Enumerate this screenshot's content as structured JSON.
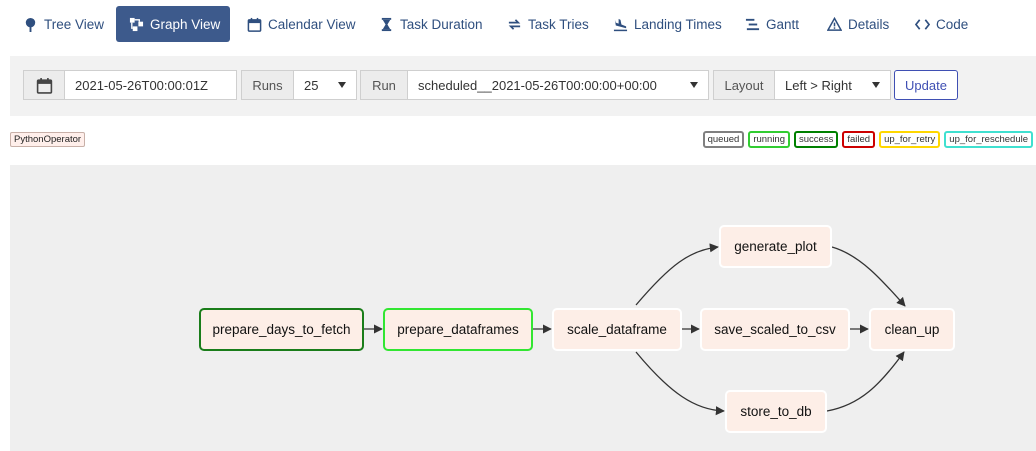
{
  "nav": {
    "tabs": [
      {
        "label": "Tree View",
        "icon": "tree-icon"
      },
      {
        "label": "Graph View",
        "icon": "graph-icon",
        "active": true
      },
      {
        "label": "Calendar View",
        "icon": "calendar-icon"
      },
      {
        "label": "Task Duration",
        "icon": "hourglass-icon"
      },
      {
        "label": "Task Tries",
        "icon": "retry-icon"
      },
      {
        "label": "Landing Times",
        "icon": "plane-landing-icon"
      },
      {
        "label": "Gantt",
        "icon": "gantt-icon"
      },
      {
        "label": "Details",
        "icon": "warning-triangle-icon"
      },
      {
        "label": "Code",
        "icon": "code-icon"
      }
    ]
  },
  "controls": {
    "date_value": "2021-05-26T00:00:01Z",
    "runs_label": "Runs",
    "runs_value": "25",
    "run_label": "Run",
    "run_value": "scheduled__2021-05-26T00:00:00+00:00",
    "layout_label": "Layout",
    "layout_value": "Left > Right",
    "update_label": "Update"
  },
  "legend": {
    "operator": "PythonOperator",
    "states": [
      {
        "label": "queued",
        "color": "#808080"
      },
      {
        "label": "running",
        "color": "#32cd32"
      },
      {
        "label": "success",
        "color": "#008000"
      },
      {
        "label": "failed",
        "color": "#cc0000"
      },
      {
        "label": "up_for_retry",
        "color": "#ffd700"
      },
      {
        "label": "up_for_reschedule",
        "color": "#40e0d0"
      }
    ]
  },
  "graph": {
    "nodes": [
      {
        "id": "prepare_days_to_fetch",
        "label": "prepare_days_to_fetch",
        "state": "success",
        "border": "#1a7d1a"
      },
      {
        "id": "prepare_dataframes",
        "label": "prepare_dataframes",
        "state": "running",
        "border": "#32e632"
      },
      {
        "id": "scale_dataframe",
        "label": "scale_dataframe"
      },
      {
        "id": "generate_plot",
        "label": "generate_plot"
      },
      {
        "id": "save_scaled_to_csv",
        "label": "save_scaled_to_csv"
      },
      {
        "id": "store_to_db",
        "label": "store_to_db"
      },
      {
        "id": "clean_up",
        "label": "clean_up"
      }
    ]
  }
}
